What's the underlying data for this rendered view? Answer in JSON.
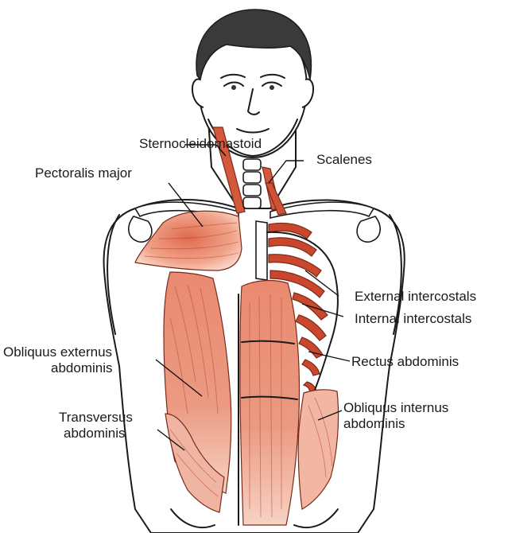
{
  "labels": {
    "sternocleidomastoid": "Sternocleidomastoid",
    "scalenes": "Scalenes",
    "pectoralis_major": "Pectoralis major",
    "external_intercostals": "External intercostals",
    "internal_intercostals": "Internal intercostals",
    "obliquus_externus_1": "Obliquus externus",
    "obliquus_externus_2": "abdominis",
    "rectus_abdominis": "Rectus abdominis",
    "transversus_1": "Transversus",
    "transversus_2": "abdominis",
    "obliquus_internus_1": "Obliquus internus",
    "obliquus_internus_2": "abdominis"
  },
  "colors": {
    "muscle": "#e07a5f",
    "muscle_light": "#f2b6a3",
    "muscle_dark": "#c0462a",
    "hair": "#3a3a3a",
    "outline": "#1a1a1a"
  }
}
